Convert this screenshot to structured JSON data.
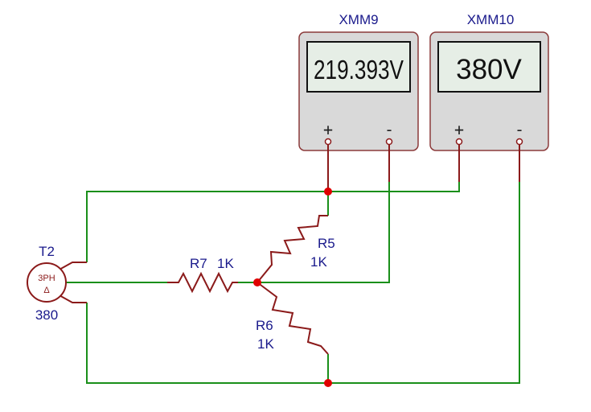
{
  "meters": [
    {
      "name": "XMM9",
      "reading": "219.393V",
      "plus": "+",
      "minus": "-"
    },
    {
      "name": "XMM10",
      "reading": "380V",
      "plus": "+",
      "minus": "-"
    }
  ],
  "source": {
    "name": "T2",
    "type": "3PH",
    "symbol": "Δ",
    "value": "380"
  },
  "resistors": [
    {
      "name": "R5",
      "value": "1K"
    },
    {
      "name": "R6",
      "value": "1K"
    },
    {
      "name": "R7",
      "value": "1K"
    }
  ],
  "colors": {
    "wire": "#1a8f1a",
    "lead": "#8b1a1a",
    "junction": "#e00000",
    "label": "#1a1a8c",
    "meter_body": "#d9d9d9",
    "meter_border": "#8b3a3a",
    "lcd_bg": "#e6eee6"
  }
}
